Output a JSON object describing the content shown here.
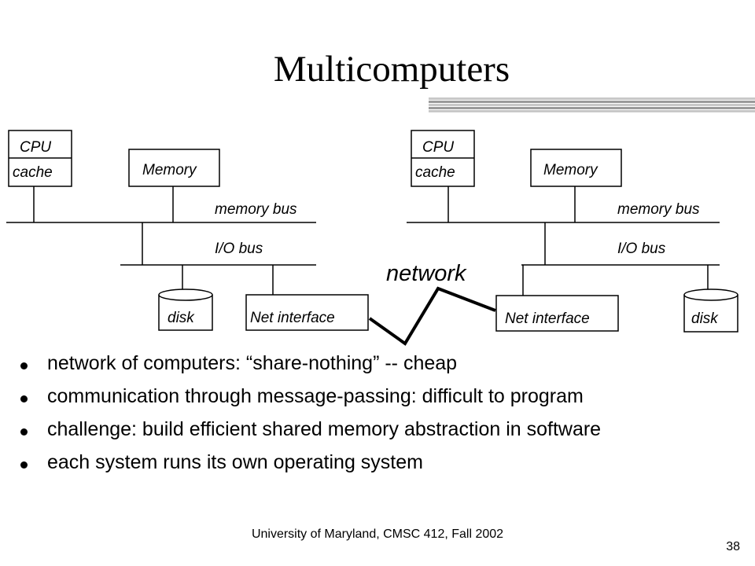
{
  "slide": {
    "title": "Multicomputers",
    "page_number": "38",
    "footer": "University of Maryland, CMSC 412, Fall 2002"
  },
  "diagram": {
    "node_left": {
      "cpu": "CPU",
      "cache": "cache",
      "memory": "Memory",
      "memory_bus": "memory bus",
      "io_bus": "I/O bus",
      "disk": "disk",
      "net_interface": "Net interface"
    },
    "node_right": {
      "cpu": "CPU",
      "cache": "cache",
      "memory": "Memory",
      "memory_bus": "memory bus",
      "io_bus": "I/O bus",
      "net_interface": "Net interface",
      "disk": "disk"
    },
    "network_label": "network"
  },
  "bullets": [
    "network of computers: “share-nothing” -- cheap",
    "communication through message-passing: difficult to program",
    "challenge: build efficient shared memory abstraction in software",
    "each system runs its own operating system"
  ]
}
